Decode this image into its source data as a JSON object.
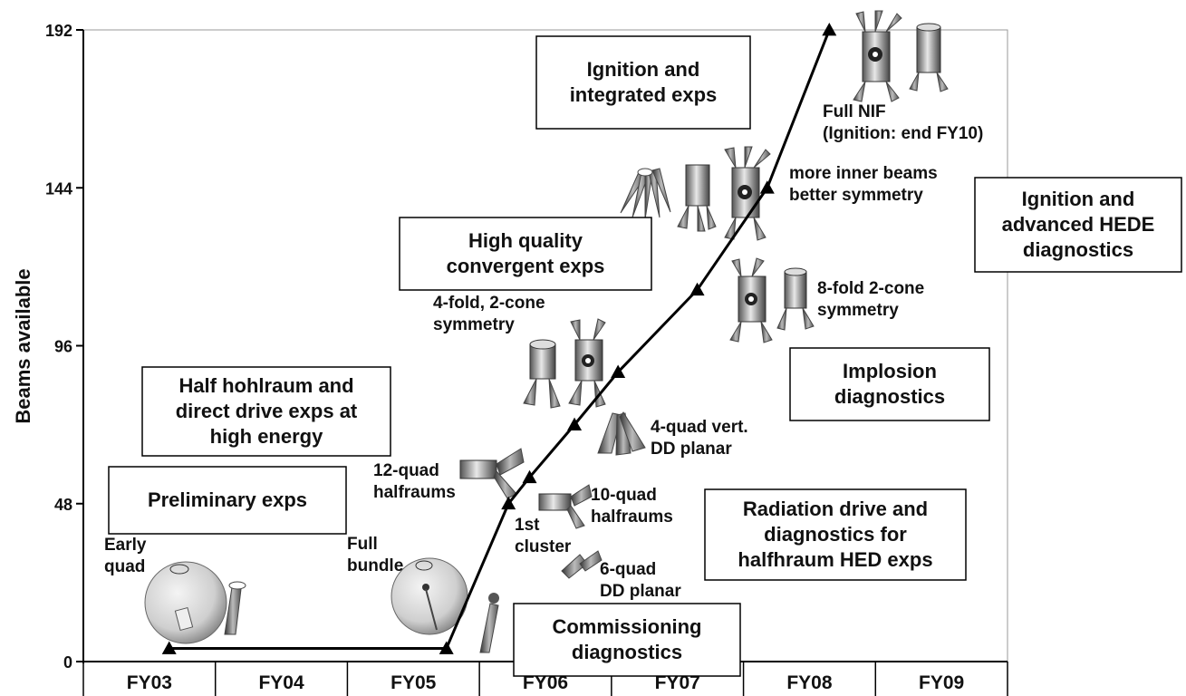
{
  "chart_data": {
    "type": "line",
    "ylabel": "Beams available",
    "ylim": [
      0,
      192
    ],
    "yticks": [
      0,
      48,
      96,
      144,
      192
    ],
    "categories": [
      "FY03",
      "FY04",
      "FY05",
      "FY06",
      "FY07",
      "FY08",
      "FY09"
    ],
    "xlim": [
      0,
      7
    ],
    "series": [
      {
        "x": [
          0.65,
          2.75,
          3.22,
          3.38,
          3.72,
          4.05,
          4.65,
          5.18,
          5.65
        ],
        "y": [
          4,
          4,
          48,
          56,
          72,
          88,
          113,
          144,
          192
        ]
      }
    ],
    "annotations": [
      {
        "text": [
          "Early",
          "quad"
        ]
      },
      {
        "text": [
          "Full",
          "bundle"
        ]
      },
      {
        "text": [
          "12-quad",
          "halfraums"
        ]
      },
      {
        "text": [
          "1st",
          "cluster"
        ]
      },
      {
        "text": [
          "10-quad",
          "halfraums"
        ]
      },
      {
        "text": [
          "6-quad",
          "DD planar"
        ]
      },
      {
        "text": [
          "4-quad vert.",
          "DD planar"
        ]
      },
      {
        "text": [
          "4-fold, 2-cone",
          "symmetry"
        ]
      },
      {
        "text": [
          "8-fold 2-cone",
          "symmetry"
        ]
      },
      {
        "text": [
          "more inner beams",
          "better symmetry"
        ]
      },
      {
        "text": [
          "Full NIF",
          "(Ignition: end FY10)"
        ]
      }
    ],
    "boxes": [
      {
        "text": [
          "Preliminary exps"
        ]
      },
      {
        "text": [
          "Half hohlraum and",
          "direct drive exps at",
          "high energy"
        ]
      },
      {
        "text": [
          "High quality",
          "convergent exps"
        ]
      },
      {
        "text": [
          "Ignition and",
          "integrated exps"
        ]
      },
      {
        "text": [
          "Commissioning",
          "diagnostics"
        ]
      },
      {
        "text": [
          "Radiation drive and",
          "diagnostics for",
          "halfhraum HED exps"
        ]
      },
      {
        "text": [
          "Implosion",
          "diagnostics"
        ]
      },
      {
        "text": [
          "Ignition and",
          "advanced HEDE",
          "diagnostics"
        ]
      }
    ]
  }
}
